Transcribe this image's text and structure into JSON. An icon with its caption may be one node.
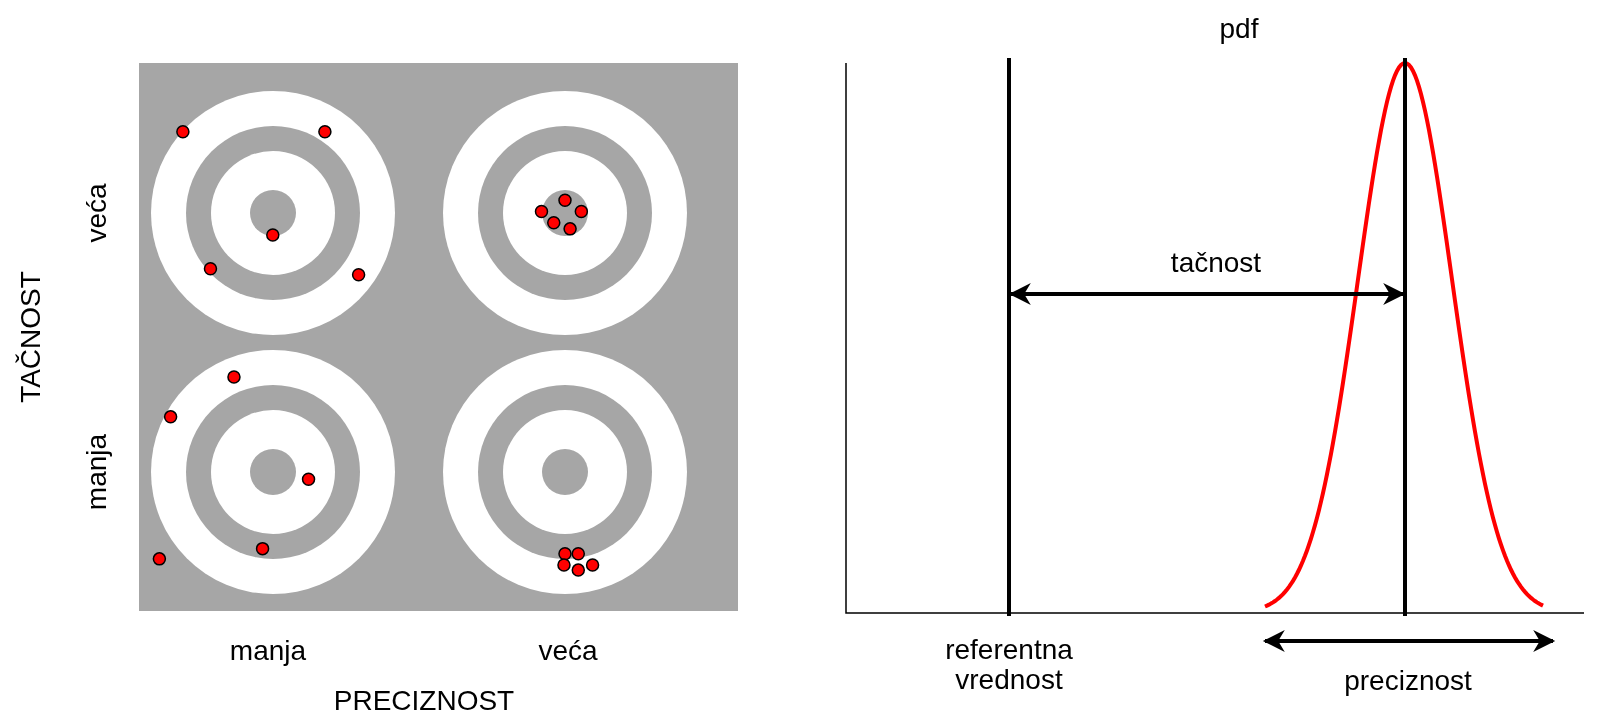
{
  "diagram": {
    "labels": [
      "pdf",
      "TAČNOST",
      "veća",
      "tačnost",
      "manja",
      "manja",
      "veća",
      "referentna vrednost",
      "preciznost",
      "PRECIZNOST"
    ]
  }
}
